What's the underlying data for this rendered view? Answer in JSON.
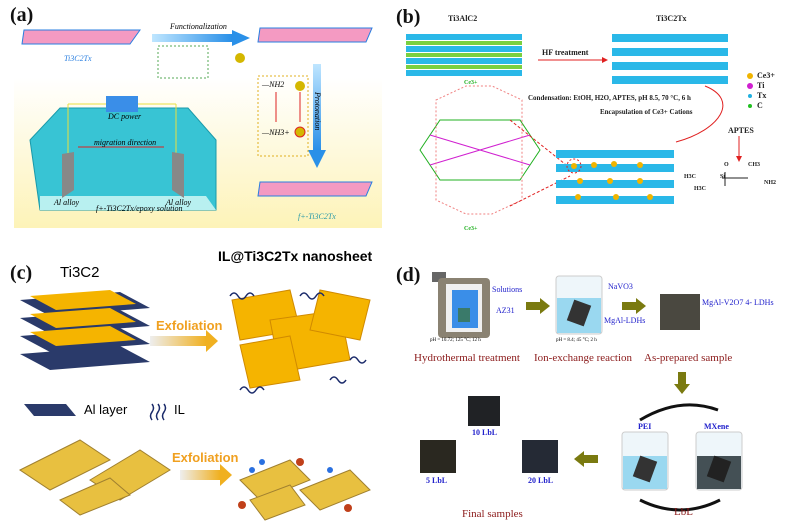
{
  "panel_a": {
    "label": "(a)",
    "ti3c2tx": "Ti3C2Tx",
    "functionalization": "Functionalization",
    "protonation": "Protonation",
    "nh2": "—NH2",
    "nh3": "—NH3+",
    "dc_power": "DC power",
    "migration": "migration direction",
    "al_alloy_left": "Al alloy",
    "al_alloy_right": "Al alloy",
    "solution": "f+-Ti3C2Tx/epoxy solution",
    "product": "f+-Ti3C2Tx"
  },
  "panel_b": {
    "label": "(b)",
    "ti3alc2": "Ti3AlC2",
    "ti3c2tx": "Ti3C2Tx",
    "hf": "HF treatment",
    "condensation": "Condensation: EtOH, H2O, APTES, pH 8.5, 70 °C, 6 h",
    "encapsulation": "Encapsulation of Ce3+ Cations",
    "aptes": "APTES",
    "legend": [
      {
        "label": "Ce3+",
        "color": "#f0b400"
      },
      {
        "label": "Ti",
        "color": "#d020d0"
      },
      {
        "label": "Tx",
        "color": "#20b0e0"
      },
      {
        "label": "C",
        "color": "#20c020"
      }
    ],
    "ce_top": "Ce3+",
    "ce_bottom": "Ce3+",
    "formula": {
      "ch3": "CH3",
      "h3c_1": "H3C",
      "h3c_2": "H3C",
      "si": "Si",
      "nh2": "NH2",
      "o": "O"
    }
  },
  "panel_c": {
    "label": "(c)",
    "ti3c2": "Ti3C2",
    "product": "IL@Ti3C2Tx nanosheet",
    "exfoliation_1": "Exfoliation",
    "exfoliation_2": "Exfoliation",
    "al_layer": "Al layer",
    "il": "IL"
  },
  "panel_d": {
    "label": "(d)",
    "solutions": "Solutions",
    "az31": "AZ31",
    "cond1": "pH = 10.72; 125 °C; 12 h",
    "navo3": "NaVO3",
    "mgal": "MgAl-LDHs",
    "cond2": "pH = 8.4; 45 °C; 2 h",
    "ldh": "MgAl-V2O7 4- LDHs",
    "step1": "Hydrothermal treatment",
    "step2": "Ion-exchange reaction",
    "step3": "As-prepared sample",
    "pei": "PEI",
    "mxene": "MXene",
    "lbl": "LbL",
    "s10": "10 LbL",
    "s5": "5 LbL",
    "s20": "20 LbL",
    "final": "Final samples"
  }
}
